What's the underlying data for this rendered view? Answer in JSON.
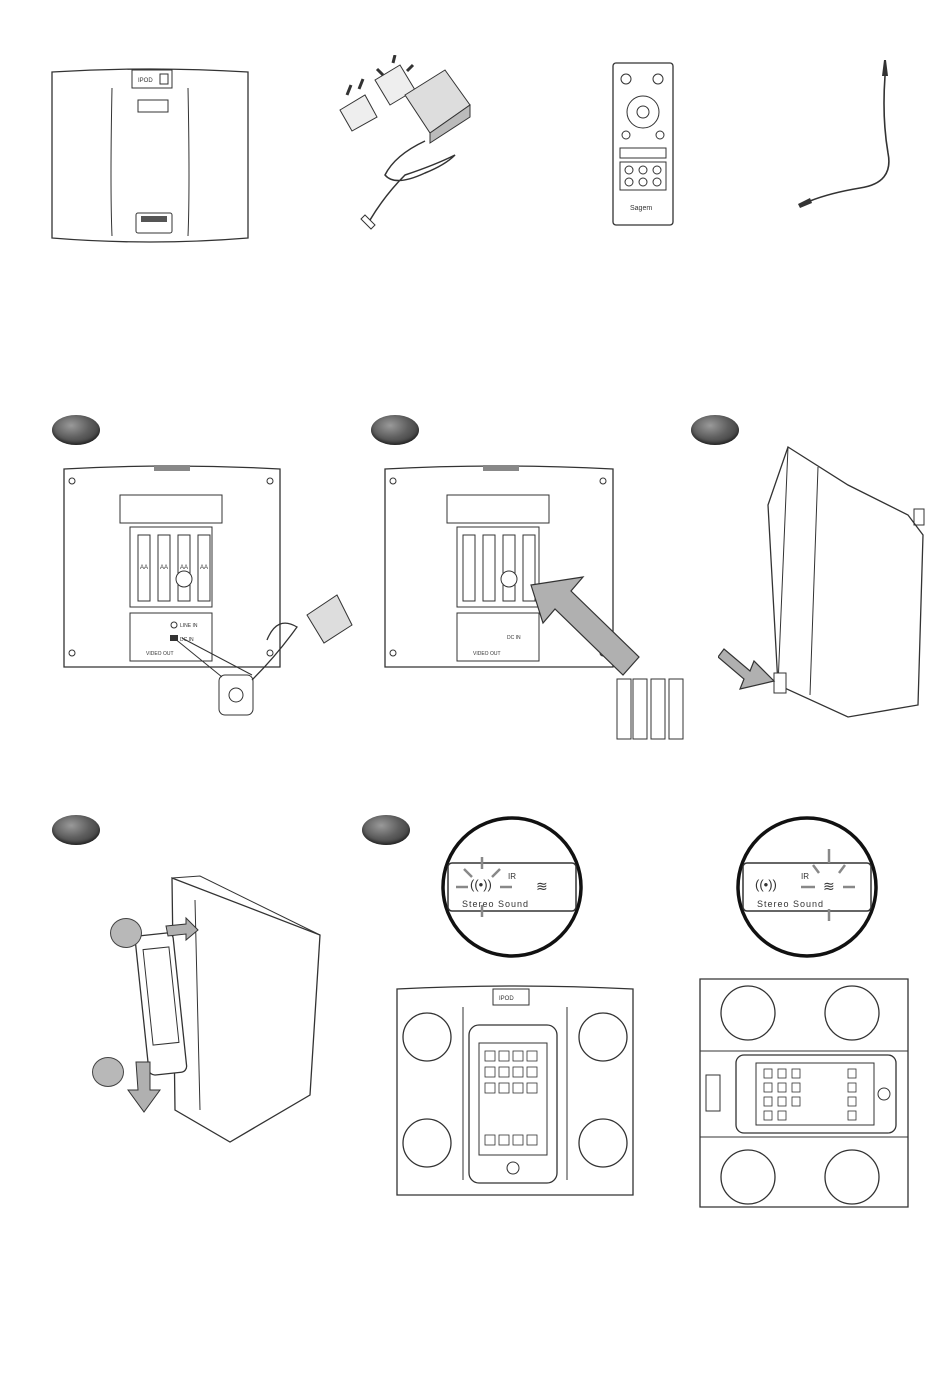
{
  "page": {
    "background": "#ffffff",
    "line_color": "#333333",
    "arrow_fill": "#b0b0b0"
  },
  "contents": {
    "speaker_dock": {
      "label": "IPOD"
    },
    "remote": {
      "brand": "Sagem"
    }
  },
  "labels": {
    "line_in": "LINE IN",
    "dc_in": "DC IN",
    "video_out": "VIDEO OUT",
    "battery": "AA",
    "plus": "+",
    "minus": "-"
  },
  "steps": [
    {
      "id": 1,
      "name": "connect-power"
    },
    {
      "id": 2,
      "name": "insert-batteries"
    },
    {
      "id": 3,
      "name": "pull-tab"
    },
    {
      "id": 4,
      "name": "dock-device"
    },
    {
      "id": 5,
      "name": "stereo-sound-indicator"
    }
  ],
  "indicator": {
    "ir_label": "IR",
    "stereo_label": "Stereo Sound"
  }
}
